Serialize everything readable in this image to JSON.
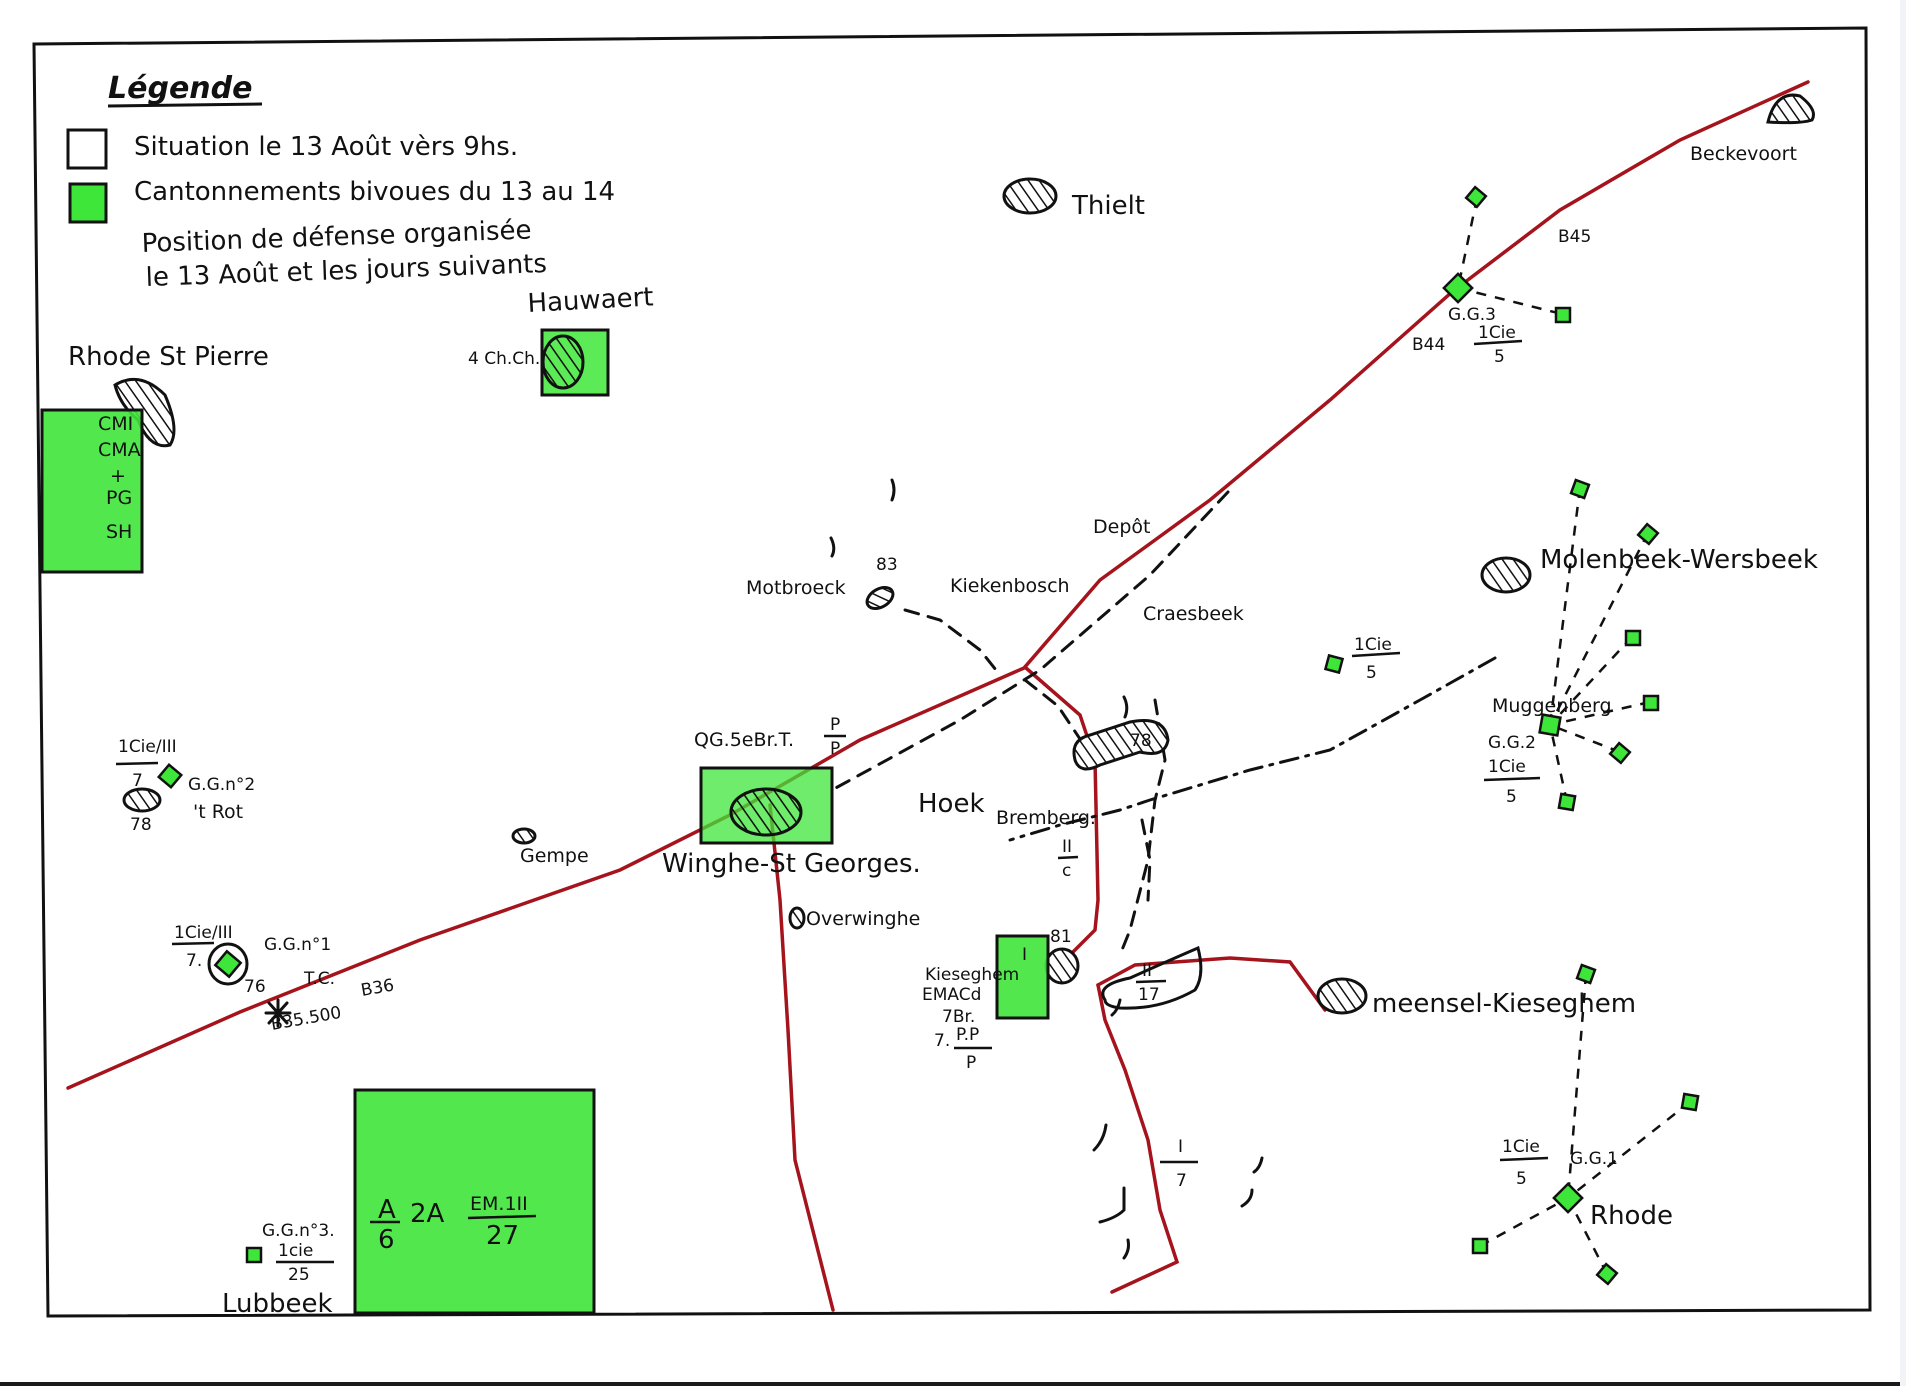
{
  "colors": {
    "road": "#a5141c",
    "cantonment": "#3fe63a",
    "ink": "#111111",
    "paper": "#ffffff"
  },
  "legend": {
    "title": "Légende",
    "items": [
      {
        "swatch": "white",
        "label": "Situation le 13 Août vèrs 9hs."
      },
      {
        "swatch": "green",
        "label": "Cantonnements bivoues du 13 au 14"
      },
      {
        "swatch": "line",
        "label_line1": "Position de défense organisée",
        "label_line2": "le 13 Août et les jours suivants"
      }
    ]
  },
  "places": {
    "thielt": "Thielt",
    "bekkevoort": "Beckevoort",
    "hauwaert": "Hauwaert",
    "rhode_st_pierre": "Rhode St Pierre",
    "motbroeck": "Motbroeck",
    "kiekenbosch": "Kiekenbosch",
    "depot": "Depôt",
    "craesbeek": "Craesbeek",
    "molenbeek": "Molenbeek-Wersbeek",
    "muggenberg": "Muggenberg",
    "hoek": "Hoek",
    "bremberg": "Bremberg.",
    "winghe": "Winghe-St Georges.",
    "overwinghe": "Overwinghe",
    "gempe": "Gempe",
    "t_rot": "'t Rot",
    "kieseghem": "Kieseghem",
    "meensel": "meensel-Kieseghem",
    "rhode": "Rhode",
    "lubbeek": "Lubbeek"
  },
  "units": {
    "hauwaert_box": "4 Ch.Ch.",
    "rhode_box": [
      "CMI",
      "CMA",
      "+",
      "PG",
      "SH"
    ],
    "qg": {
      "prefix": "QG.5eBr.T.",
      "num": "P",
      "den": "P"
    },
    "gg3": {
      "name": "G.G.3",
      "num": "1Cie",
      "den": "5"
    },
    "b44": "B44",
    "b45": "B45",
    "cie_craesbeek": {
      "num": "1Cie",
      "den": "5"
    },
    "gg2_east": {
      "name": "G.G.2",
      "num": "1Cie",
      "den": "5"
    },
    "gg1_east": {
      "name": "G.G.1",
      "num": "1Cie",
      "den": "5"
    },
    "gg_n2": {
      "name": "G.G.n°2",
      "num": "1Cie/III",
      "den": "7",
      "alt": "78"
    },
    "gg_n1": {
      "name": "G.G.n°1",
      "num": "1Cie/III",
      "den": "7.",
      "alt": "76",
      "tc": "T.C."
    },
    "b35": "B35.500",
    "b36": "B36",
    "gg_n3": {
      "name": "G.G.n°3.",
      "num": "1cie",
      "den": "25"
    },
    "lubbeek_box": {
      "a_num": "A",
      "a_den": "6",
      "mid": "2A",
      "em_num": "EM.1II",
      "em_den": "27"
    },
    "kieseghem_box": {
      "inner": "I",
      "line1": "EMACd",
      "line2": "7Br.",
      "pp_prefix": "7.",
      "pp_num": "P.P",
      "pp_den": "P"
    },
    "alt_83": "83",
    "alt_81": "81",
    "alt_78": "78",
    "ii_c": {
      "num": "II",
      "den": "c"
    },
    "ii_17": {
      "num": "II",
      "den": "17"
    },
    "i_7": {
      "num": "I",
      "den": "7"
    }
  }
}
